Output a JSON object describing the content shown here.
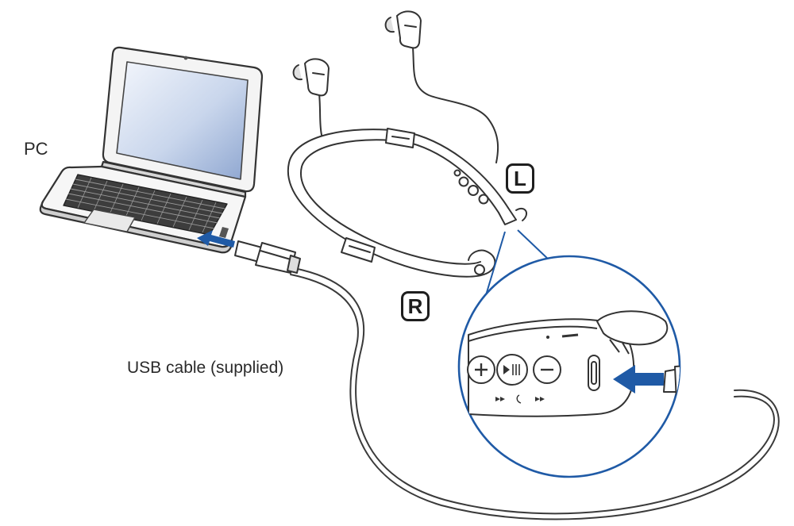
{
  "labels": {
    "pc": "PC",
    "usb_cable": "USB cable (supplied)",
    "left_side": "L",
    "right_side": "R"
  },
  "colors": {
    "accent_blue": "#1f5aa6",
    "line": "#3a3a3a",
    "screen_light": "#eef3fb",
    "screen_dark": "#9fb3d6"
  },
  "icons": [
    "laptop-icon",
    "neckband-headphones-icon",
    "usb-cable-icon",
    "usb-plug-icon",
    "volume-up-icon",
    "play-pause-icon",
    "volume-down-icon",
    "micro-usb-port-icon",
    "insert-arrow-icon"
  ]
}
